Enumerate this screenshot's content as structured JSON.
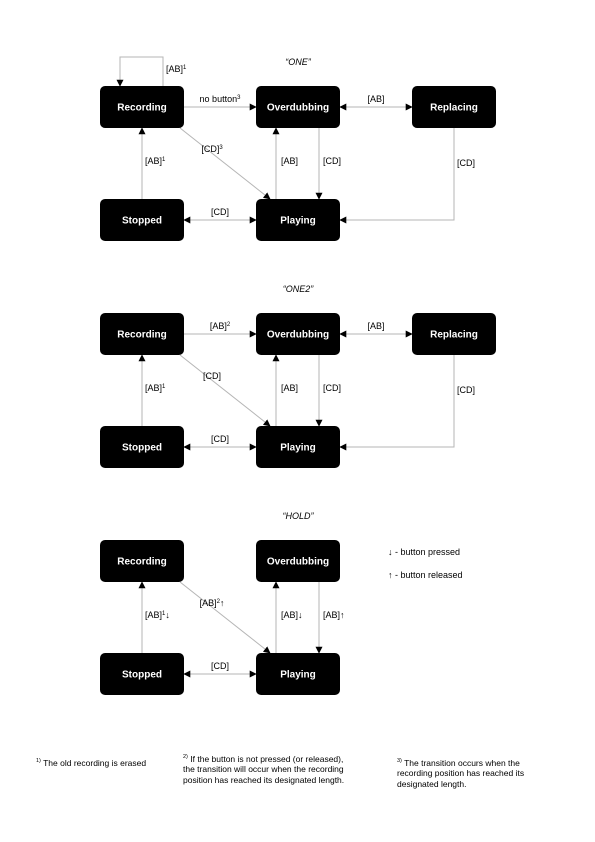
{
  "diagrams": [
    {
      "title": "“ONE”",
      "states": {
        "recording": "Recording",
        "overdubbing": "Overdubbing",
        "replacing": "Replacing",
        "stopped": "Stopped",
        "playing": "Playing"
      },
      "transitions": {
        "rec_self": {
          "text": "[AB]",
          "sup": "1"
        },
        "rec_to_ovd": {
          "text": "no button",
          "sup": "3"
        },
        "ovd_rep": {
          "text": "[AB]",
          "sup": ""
        },
        "stp_to_rec": {
          "text": "[AB]",
          "sup": "1"
        },
        "rec_to_ply": {
          "text": "[CD]",
          "sup": "3"
        },
        "ply_to_ovd": {
          "text": "[AB]",
          "sup": ""
        },
        "ovd_to_ply": {
          "text": "[CD]",
          "sup": ""
        },
        "rep_to_ply": {
          "text": "[CD]",
          "sup": ""
        },
        "stp_ply": {
          "text": "[CD]",
          "sup": ""
        }
      }
    },
    {
      "title": "“ONE2”",
      "states": {
        "recording": "Recording",
        "overdubbing": "Overdubbing",
        "replacing": "Replacing",
        "stopped": "Stopped",
        "playing": "Playing"
      },
      "transitions": {
        "rec_to_ovd": {
          "text": "[AB]",
          "sup": "2"
        },
        "ovd_rep": {
          "text": "[AB]",
          "sup": ""
        },
        "stp_to_rec": {
          "text": "[AB]",
          "sup": "1"
        },
        "rec_to_ply": {
          "text": "[CD]",
          "sup": ""
        },
        "ply_to_ovd": {
          "text": "[AB]",
          "sup": ""
        },
        "ovd_to_ply": {
          "text": "[CD]",
          "sup": ""
        },
        "rep_to_ply": {
          "text": "[CD]",
          "sup": ""
        },
        "stp_ply": {
          "text": "[CD]",
          "sup": ""
        }
      }
    },
    {
      "title": "“HOLD”",
      "states": {
        "recording": "Recording",
        "overdubbing": "Overdubbing",
        "stopped": "Stopped",
        "playing": "Playing"
      },
      "transitions": {
        "stp_to_rec": {
          "text": "[AB]",
          "sup": "1",
          "suffix": "↓"
        },
        "rec_to_ply": {
          "text": "[AB]",
          "sup": "2",
          "suffix": "↑"
        },
        "ply_to_ovd": {
          "text": "[AB]",
          "sup": "",
          "suffix": "↓"
        },
        "ovd_to_ply": {
          "text": "[AB]",
          "sup": "",
          "suffix": "↑"
        },
        "stp_ply": {
          "text": "[CD]",
          "sup": ""
        }
      },
      "legend": [
        {
          "symbol": "↓",
          "text": " - button pressed"
        },
        {
          "symbol": "↑",
          "text": " - button released"
        }
      ]
    }
  ],
  "footnotes": [
    {
      "number": "1)",
      "lines": [
        "The old recording is erased"
      ]
    },
    {
      "number": "2)",
      "lines": [
        "If the button is not pressed (or released),",
        "the transition will occur when the recording",
        "position has reached its designated length."
      ]
    },
    {
      "number": "3)",
      "lines": [
        "The transition occurs when the",
        "recording position has reached its",
        "designated length."
      ]
    }
  ]
}
